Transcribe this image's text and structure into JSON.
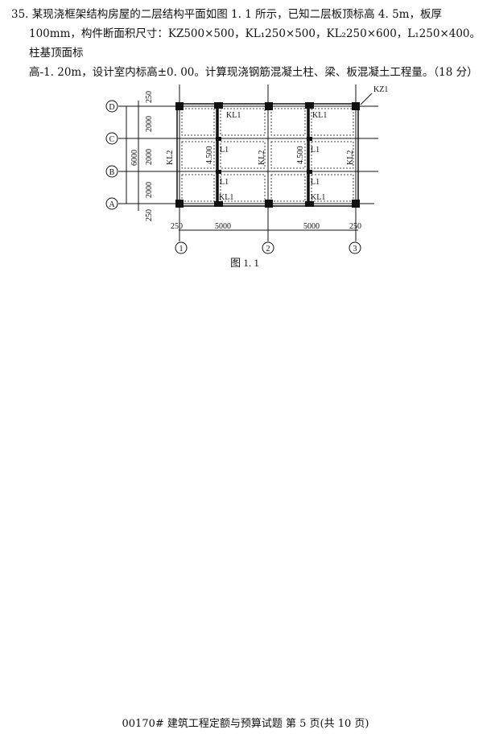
{
  "question": {
    "line1": "35. 某现浇框架结构房屋的二层结构平面如图 1. 1 所示，已知二层板顶标高 4. 5m，板厚",
    "line2": "100mm，构件断面积尺寸：KZ500×500，KL₁250×500，KL₂250×600，L₁250×400。柱基顶面标",
    "line3": "高-1. 20m，设计室内标高±0. 00。计算现浇钢筋混凝土柱、梁、板混凝土工程量。（18 分）"
  },
  "figure": {
    "caption": "图 1. 1",
    "row_axes": [
      "D",
      "C",
      "B",
      "A"
    ],
    "col_axes": [
      "1",
      "2",
      "3"
    ],
    "dims_vertical": [
      "250",
      "2000",
      "2000",
      "2000",
      "250"
    ],
    "dim_total": "6000",
    "dims_horizontal": [
      "250",
      "5000",
      "5000",
      "250"
    ],
    "labels": {
      "kz": "KZ1",
      "kl1": "KL1",
      "kl2": "KL2",
      "l1": "L1",
      "elev": "4.500"
    }
  },
  "footer": "00170# 建筑工程定额与预算试题 第 5 页(共 10 页)"
}
